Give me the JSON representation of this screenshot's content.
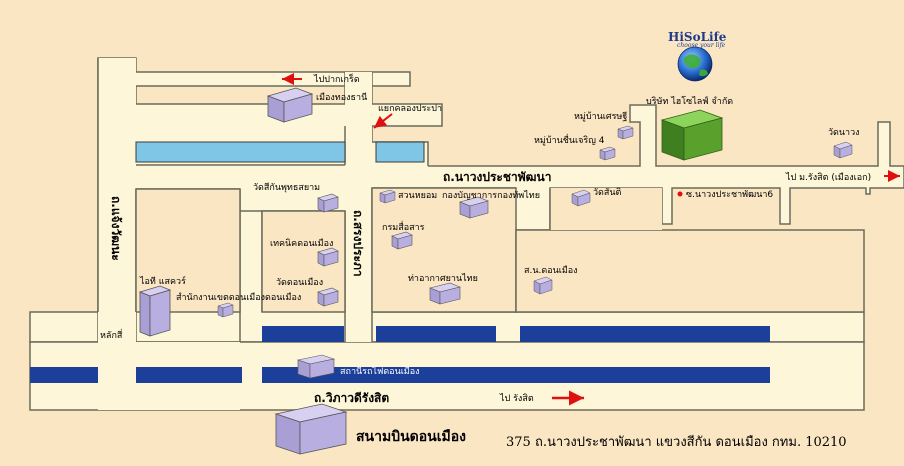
{
  "brand": {
    "logo_text": "HiSoLife",
    "logo_tagline": "choose your life",
    "company_name": "บริษัท ไฮโซไลฟ์ จำกัด"
  },
  "roads": {
    "nawong": "ถ.นาวงประชาพัฒนา",
    "chaeng_watthana": "ถ.แจ้งวัฒนะ",
    "song_prapa": "ถ.สรงประภา",
    "vibhavadi": "ถ.วิภาวดีรังสิต"
  },
  "directions": {
    "to_pak_kret": "ไปปากเกร็ด",
    "to_rangsit_muang_ek": "ไป ม.รังสิต (เมืองเอก)",
    "to_rangsit": "ไป รังสิต",
    "laksi": "หลักสี่",
    "song_prapa_junction": "แยกคลองประปา"
  },
  "places": {
    "muang_thong_thani": "เมืองทองธานี",
    "wat_lak_si": "วัดสีกันพุทธสยาม",
    "tech_don_mueang": "เทคนิคดอนเมือง",
    "wat_don_mueang": "วัดดอนเมือง",
    "it_square": "ไอที แสควร์",
    "don_mueang_district_office": "สำนักงานเขตดอนเมืองดอนเมือง",
    "suan_thaem": "สวนหยอม",
    "army_hq": "กองบัญชาการกองทัพไทย",
    "krom_suesan": "กรมสื่อสาร",
    "thai_airports": "ท่าอากาศยานไทย",
    "moo_ban_sri": "หมู่บ้านเศรษฐี",
    "moo_ban_chuen_charoen": "หมู่บ้านชื่นเจริญ 4",
    "wat_san_ti": "วัดสันติ",
    "sor_nor_don_mueang": "ส.น.ดอนเมือง",
    "wat_nawong": "วัดนาวง",
    "nawong_soi_6": "ซ.นาวงประชาพัฒนา6",
    "don_mueang_station": "สถานีรถไฟดอนเมือง",
    "don_mueang_airport": "สนามบินดอนเมือง"
  },
  "address": "375 ถ.นาวงประชาพัฒนา แขวงสีกัน ดอนเมือง กทม. 10210",
  "colors": {
    "background": "#fbe6c4",
    "road": "#fdf6d8",
    "road_edge": "#6b6b5a",
    "canal": "#7fc6e6",
    "railway": "#1c3f9a",
    "building": "#b8aee0",
    "company_building": "#5aa02c",
    "arrow": "#e01010"
  }
}
